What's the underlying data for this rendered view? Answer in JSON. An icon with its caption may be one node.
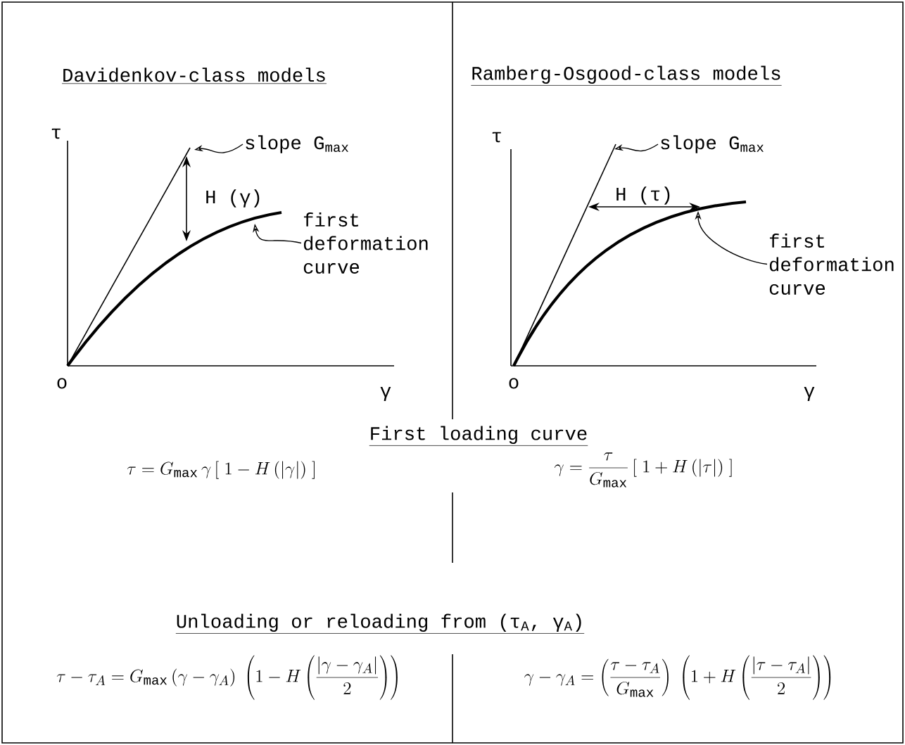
{
  "diagram": {
    "nodes": [
      {
        "text": [
          "slope G$_{max}$"
        ]
      },
      {
        "text": [
          "first deformation curve"
        ]
      },
      {
        "text": [
          "slope G$_{max}$"
        ]
      },
      {
        "text": [
          "first deformation curve"
        ]
      }
    ],
    "edges": [
      {
        "from": 0,
        "to": null,
        "arrow": "to"
      },
      {
        "from": 1,
        "to": null,
        "arrow": "to"
      },
      {
        "from": 2,
        "to": null,
        "arrow": "to"
      },
      {
        "from": 3,
        "to": null,
        "arrow": "to"
      }
    ],
    "labels": [
      "Davidenkov-class models",
      "Ramberg-Osgood-class models",
      "τ",
      "H (γ)",
      "o",
      "γ",
      "τ",
      "H (τ)",
      "o",
      "γ",
      "First loading curve",
      "\\tau = G_{\\mathrm{max}}\\,\\gamma \\left[\\; 1 - H\\,(|\\gamma|) \\;\\right]",
      "\\gamma = \\frac{\\tau}{G_{\\mathrm{max}}} \\left[\\; 1 + H\\,(|\\tau|) \\;\\right]",
      "Unloading or reloading from (τ$_{A}$, γ$_{A}$)",
      "\\tau - \\tau_A = G_{\\mathrm{max}}\\,(\\gamma - \\gamma_A)\\;\\left(1 - H\\left(\\frac{|\\gamma - \\gamma_A|}{2}\\right)\\right)",
      "\\gamma - \\gamma_A = \\left(\\frac{\\tau - \\tau_A}{G_{\\mathrm{max}}}\\right)\\;\\left(1 + H\\left(\\frac{|\\tau - \\tau_A|}{2}\\right)\\right)"
    ]
  }
}
